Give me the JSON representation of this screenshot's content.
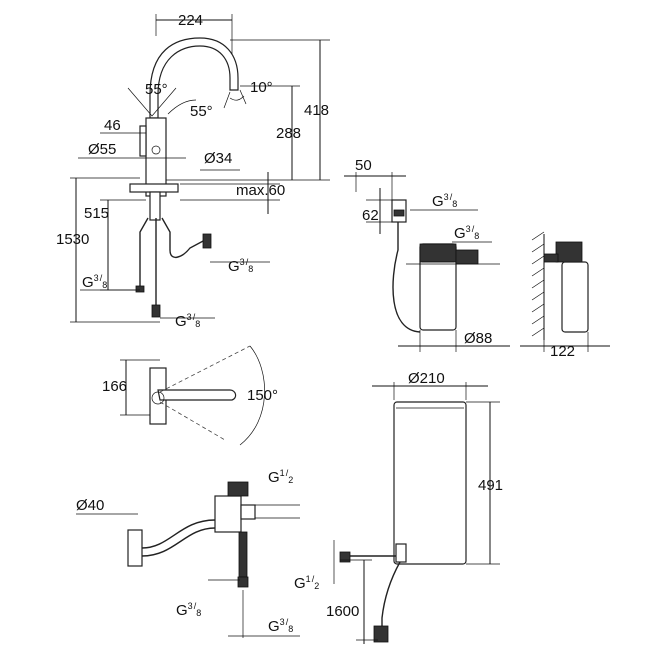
{
  "labels": {
    "width_224": "224",
    "angle_55a": "55°",
    "angle_55b": "55°",
    "angle_10": "10°",
    "h_418": "418",
    "h_288": "288",
    "d_46": "46",
    "d_55": "Ø55",
    "d_34": "Ø34",
    "max60": "max.60",
    "h_1530": "1530",
    "h_515": "515",
    "g38_a": "G",
    "g38_b": "G",
    "g38_c": "G",
    "h_166": "166",
    "angle_150": "150°",
    "d_40": "Ø40",
    "g12_a": "G",
    "g38_d": "G",
    "g38_e": "G",
    "w_50": "50",
    "h_62": "62",
    "g38_f": "G",
    "g38_g": "G",
    "d_88": "Ø88",
    "w_122": "122",
    "d_210": "Ø210",
    "h_491": "491",
    "g12_b": "G",
    "h_1600": "1600",
    "frac_3": "3",
    "frac_8": "8",
    "frac_1": "1",
    "frac_2": "2"
  }
}
